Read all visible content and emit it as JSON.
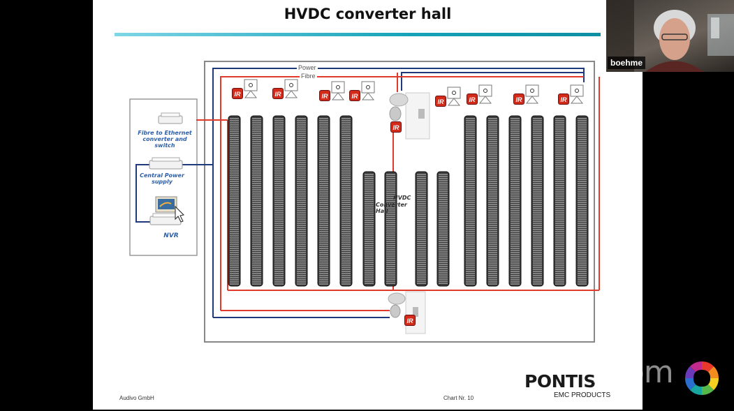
{
  "slide": {
    "title": "HVDC converter hall",
    "footer_left": "Audivo GmbH",
    "footer_chart": "Chart Nr. 10",
    "logo_main": "PONTIS",
    "logo_sub": "EMC PRODUCTS"
  },
  "diagram": {
    "power_label": "Power",
    "fibre_label": "Fibre",
    "converter_label": "Fibre to Ethernet converter and switch",
    "power_supply_label": "Central Power supply",
    "nvr_label": "NVR",
    "hall_label_line1": "HVDC",
    "hall_label_line2": "Converter Hall",
    "ir_badge": "IR",
    "wire_colors": {
      "power": "#1f3a7a",
      "fibre": "#e03a2a"
    }
  },
  "zoom": {
    "watermark": "zoom",
    "participant_name": "boehme"
  }
}
